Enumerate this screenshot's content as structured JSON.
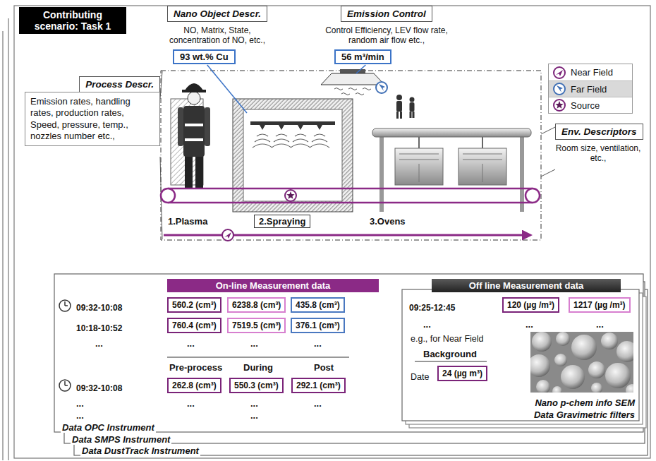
{
  "diagram": {
    "nodes": [
      {
        "text": [
          "Contributing scenario: Task 1"
        ]
      },
      {
        "text": [
          "Nano Object Descr.",
          "NO, Matrix, State, concentration of NO, etc.,"
        ]
      },
      {
        "text": [
          "93 wt.% Cu"
        ]
      },
      {
        "text": [
          "Emission Control",
          "Control Efficiency, LEV flow rate, random air flow etc.,"
        ]
      },
      {
        "text": [
          "56 m³/min"
        ]
      },
      {
        "text": [
          "Process Descr.",
          "Emission rates, handling rates, production rates, Speed, pressure, temp., nozzles number etc.,"
        ]
      },
      {
        "text": [
          "Env. Descriptors",
          "Room size, ventilation, etc.,"
        ]
      },
      {
        "text": [
          "On-line Measurement data"
        ]
      },
      {
        "text": [
          "Off line Measurement data"
        ]
      }
    ],
    "labels": [
      "1.Plasma",
      "2.Spraying",
      "3.Ovens",
      "09:32-10:08",
      "560.2 (cm³)",
      "6238.8 (cm³)",
      "435.8 (cm³)",
      "10:18-10:52",
      "760.4 (cm³)",
      "7519.5 (cm³)",
      "376.1 (cm³)",
      "...",
      "...",
      "...",
      "...",
      "Pre-process",
      "During",
      "Post",
      "09:32-10:08",
      "262.8 (cm³)",
      "550.3 (cm³)",
      "292.1 (cm³)",
      "...",
      "...",
      "...",
      "...",
      "...",
      "...",
      "Data OPC Instrument",
      "Data SMPS Instrument",
      "Data DustTrack Instrument",
      "09:25-12:45",
      "120 (µg /m³)",
      "1217 (µg /m³)",
      "...",
      "...",
      "...",
      "e.g., for Near Field",
      "Background",
      "Date",
      "24 (µg m³)",
      "Nano p-chem info SEM",
      "Data Gravimetric filters"
    ],
    "legend": [
      {
        "text": "Near Field"
      },
      {
        "text": "Far Field"
      },
      {
        "text": "Source"
      }
    ]
  }
}
